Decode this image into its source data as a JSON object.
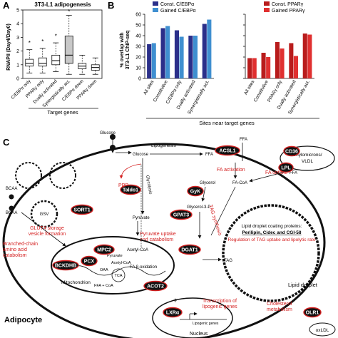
{
  "panel_labels": {
    "a": "A",
    "b": "B",
    "c": "C"
  },
  "panelA": {
    "title": "3T3-L1 adipogenesis",
    "ylabel": "RNAPII (Day4/Day0)",
    "xlabel": "Target genes",
    "yticks": [
      "0",
      "1",
      "2",
      "3",
      "4",
      "5"
    ],
    "categories": [
      "C/EBPα only",
      "PPARγ only",
      "Dually activated",
      "Synergistically act.",
      "C/EBPα down",
      "PPARγ down"
    ]
  },
  "panelB": {
    "ylabel_line1": "% overlap with",
    "ylabel_line2": "3T3-L1 ChIP-seq",
    "xlabel": "Sites near target genes",
    "yticks": [
      "0",
      "10",
      "20",
      "30",
      "40",
      "50",
      "60"
    ],
    "left_legend": [
      "Const. C/EBPα",
      "Gained C/EBPα"
    ],
    "right_legend": [
      "Const. PPARγ",
      "Gained PPARγ"
    ],
    "left_categories": [
      "All sites",
      "Constitutive",
      "C/EBPα only",
      "Dually activated",
      "Synergistically act."
    ],
    "right_categories": [
      "All sites",
      "Constitutive",
      "PPARγ only",
      "Dually activated",
      "Synergistically act."
    ]
  },
  "chart_data": [
    {
      "type": "box",
      "title": "3T3-L1 adipogenesis",
      "ylabel": "RNAPII (Day4/Day0)",
      "xlabel": "Target genes",
      "ylim": [
        0,
        5
      ],
      "categories": [
        "C/EBPα only",
        "PPARγ only",
        "Dually activated",
        "Synergistically act.",
        "C/EBPα down",
        "PPARγ down"
      ],
      "boxes": [
        {
          "whisker_low": 0.4,
          "q1": 0.9,
          "median": 1.1,
          "q3": 1.4,
          "whisker_high": 2.1,
          "outliers": [
            2.6
          ]
        },
        {
          "whisker_low": 0.4,
          "q1": 0.9,
          "median": 1.1,
          "q3": 1.5,
          "whisker_high": 2.2,
          "outliers": [
            2.7
          ]
        },
        {
          "whisker_low": 0.5,
          "q1": 1.0,
          "median": 1.3,
          "q3": 1.7,
          "whisker_high": 2.6,
          "outliers": [
            3.1
          ]
        },
        {
          "whisker_low": 0.3,
          "q1": 1.1,
          "median": 1.7,
          "q3": 3.1,
          "whisker_high": 4.6,
          "outliers": [
            4.9
          ]
        },
        {
          "whisker_low": 0.3,
          "q1": 0.7,
          "median": 0.9,
          "q3": 1.1,
          "whisker_high": 1.7,
          "outliers": []
        },
        {
          "whisker_low": 0.3,
          "q1": 0.6,
          "median": 0.8,
          "q3": 1.0,
          "whisker_high": 1.5,
          "outliers": []
        }
      ],
      "fill_colors": [
        "#ffffff",
        "#ffffff",
        "#ffffff",
        "#c8c8c8",
        "#ffffff",
        "#ffffff"
      ]
    },
    {
      "type": "bar",
      "ylabel": "% overlap with 3T3-L1 ChIP-seq",
      "xlabel": "Sites near target genes",
      "ylim": [
        0,
        60
      ],
      "categories": [
        "All sites",
        "Constitutive",
        "C/EBPα only",
        "Dually activated",
        "Synergistically act."
      ],
      "series": [
        {
          "name": "Const. C/EBPα",
          "color": "#2b2f8a",
          "values": [
            32,
            47,
            45,
            40,
            51
          ]
        },
        {
          "name": "Gained C/EBPα",
          "color": "#3f8fd0",
          "values": [
            33,
            49,
            39,
            40,
            55
          ]
        }
      ]
    },
    {
      "type": "bar",
      "ylabel": "% overlap with 3T3-L1 ChIP-seq",
      "xlabel": "Sites near target genes",
      "ylim": [
        0,
        60
      ],
      "categories": [
        "All sites",
        "Constitutive",
        "PPARγ only",
        "Dually activated",
        "Synergistically act."
      ],
      "series": [
        {
          "name": "Const. PPARγ",
          "color": "#b81c1c",
          "values": [
            19,
            24,
            34,
            33,
            42
          ]
        },
        {
          "name": "Gained PPARγ",
          "color": "#e03030",
          "values": [
            19,
            20,
            28,
            21,
            41
          ]
        }
      ]
    }
  ],
  "diagram": {
    "cell_label": "Adipocyte",
    "nucleus": "Nucleus",
    "mitochondrion": "Mitochondrion",
    "lipid_droplet": "Lipid droplet",
    "gsv": "GSV",
    "glucose_top": "Glucose",
    "glucose": "Glucose",
    "lipogenesis": "Lipogenesis",
    "ffa_top": "FFA",
    "ffa_right": "FFA",
    "ffa_mid": "FFA",
    "fa_coa": "FA-CoA",
    "glycolysis": "Glycolysis",
    "glycerol": "Glycerol",
    "glycerol_3p": "Glycerol-3-P",
    "pyruvate": "Pyruvate",
    "pyruvate_mito": "Pyruvate",
    "acetyl_coa_cyto": "Acetyl-CoA",
    "acetyl_coa_mito": "Acetyl-CoA",
    "oaa": "OAA",
    "tca": "TCA",
    "fa_beta": "FA β-oxidation",
    "ffa_coa": "FFA + CoA",
    "tag": "TAG",
    "bcaa_out": "BCAA",
    "bcaa_in": "BCAA",
    "ppp": "PPP",
    "lipogenic_genes": "Lipogenic genes",
    "plus": "+",
    "oxldl": "oxLDL",
    "chylo_line1": "Chylomicrons/",
    "chylo_line2": "VLDL",
    "droplet_title": "Lipid droplet coating proteins:",
    "droplet_proteins": "Perilipin, Cidec and CGI-58",
    "droplet_regulation": "Regulation of TAG uptake and lipolytic rate",
    "annotations": {
      "fa_activation": "FA activation",
      "fa_uptake": "FA uptake",
      "glut4_line1": "GLUT4 storage",
      "glut4_line2": "vesicle formation",
      "pyruvate_line1": "Pyruvate uptake",
      "pyruvate_line2": "and catabolism",
      "tag_synthesis": "TAG synthesis",
      "bcaa_line1": "Branched-chain",
      "bcaa_line2": "amino acid",
      "bcaa_line3": "catabolism",
      "transcription_line1": "Transcription of",
      "transcription_line2": "lipogenic genes",
      "cholesterol_line1": "Cholesterol",
      "cholesterol_line2": "metabolism"
    },
    "genes": {
      "acsl1": "ACSL1",
      "cd36": "CD36",
      "lpl": "LPL",
      "taldo1": "Taldo1",
      "sort1": "SORT1",
      "gyk": "GyK",
      "gpat3": "GPAT3",
      "dgat1": "DGAT1",
      "mpc2": "MPC2",
      "pcx": "PCX",
      "bckdhb": "BCKDHB",
      "acot2": "ACOT2",
      "lxra": "LXRα",
      "olr1": "OLR1"
    },
    "colors": {
      "annotation_red": "#d42020",
      "gene_fill": "#111111",
      "gene_border": "#d42020"
    }
  }
}
